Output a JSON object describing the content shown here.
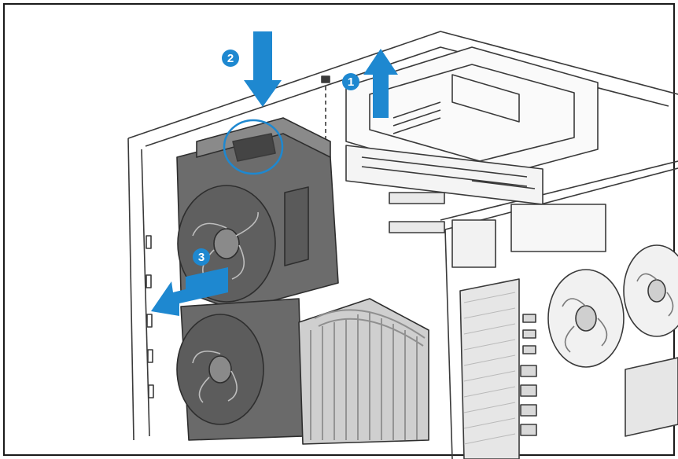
{
  "figure": {
    "frame_color": "#1a1a1a",
    "accent_color": "#1e88d0",
    "line_color": "#3a3a3a",
    "steps": [
      {
        "number": "1",
        "action": "up-arrow"
      },
      {
        "number": "2",
        "action": "down-arrow"
      },
      {
        "number": "3",
        "action": "left-arrow"
      }
    ]
  }
}
